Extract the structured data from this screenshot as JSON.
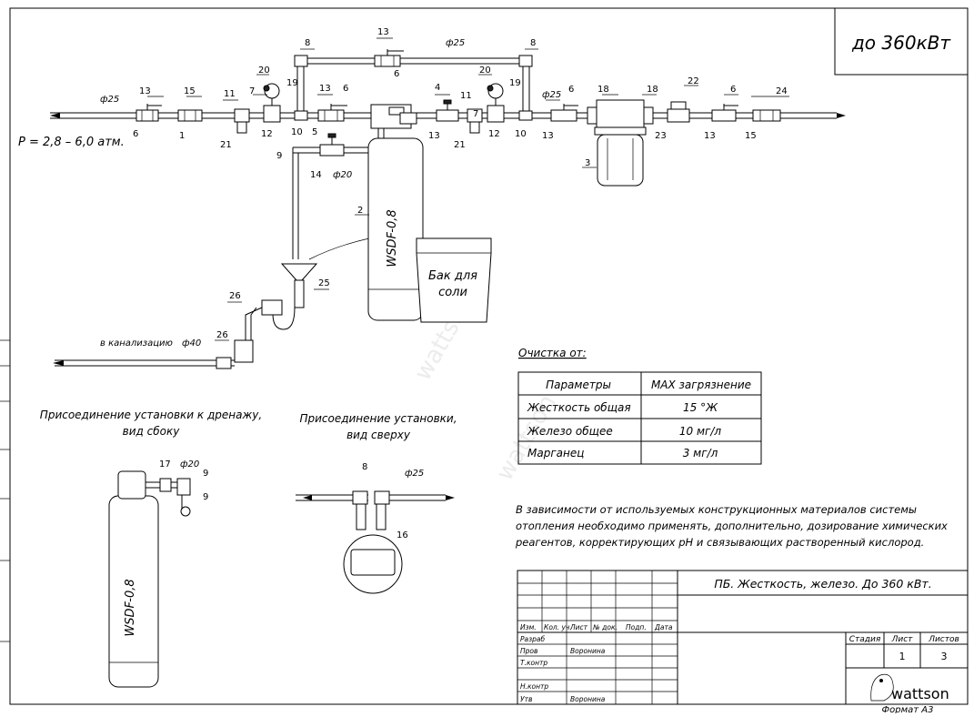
{
  "stamp": {
    "power": "до 360кВт"
  },
  "pressure": "Р = 2,8 – 6,0 атм.",
  "pipe_labels": {
    "main_in": "ф25",
    "bypass": "ф25",
    "main_mid": "ф25",
    "loop": "ф20",
    "drain": "ф40",
    "side": "ф20",
    "top": "ф25"
  },
  "callouts": {
    "c8a": "8",
    "c8b": "8",
    "c13a": "13",
    "c6a": "6",
    "c13b": "13",
    "c15a": "15",
    "c6b": "6",
    "c1": "1",
    "c11a": "11",
    "c7a": "7",
    "c20a": "20",
    "c19a": "19",
    "c21a": "21",
    "c12a": "12",
    "c10a": "10",
    "c13c": "13",
    "c6c": "6",
    "c5": "5",
    "c9": "9",
    "c14": "14",
    "c4": "4",
    "c11b": "11",
    "c7b": "7",
    "c20b": "20",
    "c19b": "19",
    "c13d": "13",
    "c21b": "21",
    "c12b": "12",
    "c10b": "10",
    "c6d": "6",
    "c13e": "13",
    "c18a": "18",
    "c18b": "18",
    "c3": "3",
    "c22": "22",
    "c23": "23",
    "c6e": "6",
    "c13f": "13",
    "c24": "24",
    "c15b": "15",
    "c2": "2",
    "c25": "25",
    "c26a": "26",
    "c26b": "26",
    "c17": "17",
    "c9a": "9",
    "c9b": "9",
    "c8c": "8",
    "c16": "16"
  },
  "filter_label": "WSDF-0,8",
  "salt_tank": {
    "line1": "Бак для",
    "line2": "соли"
  },
  "drain_label": "в канализацию",
  "views": {
    "side_title1": "Присоединение установки к дренажу,",
    "side_title2": "вид сбоку",
    "top_title1": "Присоединение установки,",
    "top_title2": "вид сверху",
    "side_filter_label": "WSDF-0,8"
  },
  "cleaning_title": "Очистка от:",
  "params_table": {
    "headers": [
      "Параметры",
      "MAX загрязнение"
    ],
    "rows": [
      [
        "Жесткость общая",
        "15 °Ж"
      ],
      [
        "Железо общее",
        "10 мг/л"
      ],
      [
        "Марганец",
        "3 мг/л"
      ]
    ]
  },
  "note": {
    "line1": "В зависимости от используемых конструкционных материалов системы",
    "line2": "отопления необходимо применять, дополнительно, дозирование химических",
    "line3": "реагентов, корректирующих pH и связывающих растворенный кислород."
  },
  "title_block": {
    "doc_title": "ПБ. Жесткость, железо. До 360 кВт.",
    "col_headers": [
      "Изм.",
      "Кол. уч.",
      "Лист",
      "№ док.",
      "Подп.",
      "Дата"
    ],
    "roles": [
      "Разраб",
      "Пров",
      "Т.контр",
      "",
      "Н.контр",
      "Утв"
    ],
    "names": [
      "",
      "Воронина",
      "",
      "",
      "",
      "Воронина"
    ],
    "stage_headers": [
      "Стадия",
      "Лист",
      "Листов"
    ],
    "sheet": "1",
    "sheets": "3",
    "logo": "wattson",
    "format": "Формат  А3"
  },
  "watermark": "wattson"
}
